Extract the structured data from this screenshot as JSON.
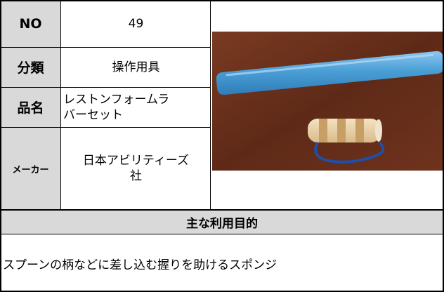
{
  "card": {
    "no_label": "NO",
    "no_value": "49",
    "category_label": "分類",
    "category_value": "操作用具",
    "name_label": "品名",
    "name_value_line1": "レストンフォームラ",
    "name_value_line2": "バーセット",
    "maker_label": "メーカー",
    "maker_value_line1": "日本アビリティーズ",
    "maker_value_line2": "社"
  },
  "section": {
    "title": "主な利用目的",
    "description": "スプーンの柄などに差し込む握りを助けるスポンジ"
  },
  "photo": {
    "alt": "",
    "colors": {
      "table": "#6b2f1c",
      "foam_tube": "#4a9fd6",
      "grip": "#e8cfa6",
      "strap": "#1f4fa8"
    }
  }
}
